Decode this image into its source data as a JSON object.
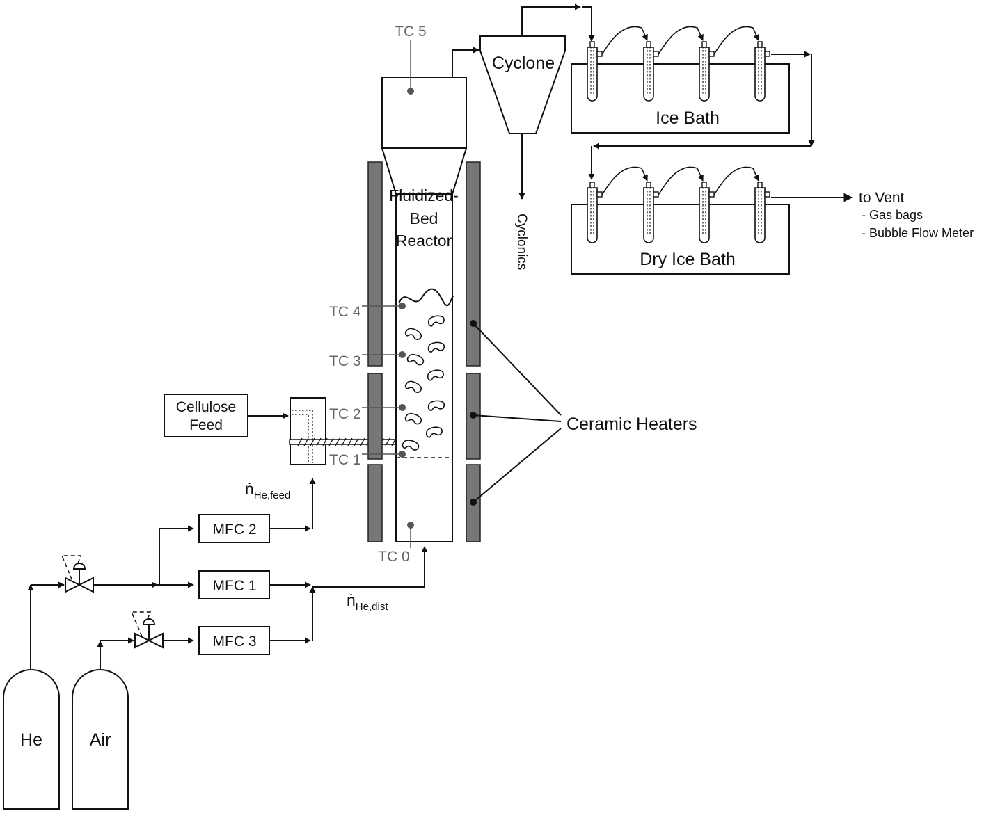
{
  "cylinders": {
    "he": "He",
    "air": "Air"
  },
  "mfc": {
    "mfc1": "MFC 1",
    "mfc2": "MFC 2",
    "mfc3": "MFC 3"
  },
  "flows": {
    "feed": {
      "symbol": "ṅ",
      "sub": "He,feed"
    },
    "dist": {
      "symbol": "ṅ",
      "sub": "He,dist"
    }
  },
  "cellulose_feed": {
    "line1": "Cellulose",
    "line2": "Feed"
  },
  "reactor": {
    "line1": "Fluidized-",
    "line2": "Bed",
    "line3": "Reactor"
  },
  "thermocouples": [
    "TC 0",
    "TC 1",
    "TC 2",
    "TC 3",
    "TC 4",
    "TC 5"
  ],
  "ceramic_heaters": "Ceramic Heaters",
  "cyclone": "Cyclone",
  "cyclonics": "Cyclonics",
  "ice_bath": "Ice Bath",
  "dry_ice_bath": "Dry Ice Bath",
  "vent": {
    "title": "to Vent",
    "items": [
      "- Gas bags",
      "- Bubble Flow Meter"
    ]
  }
}
